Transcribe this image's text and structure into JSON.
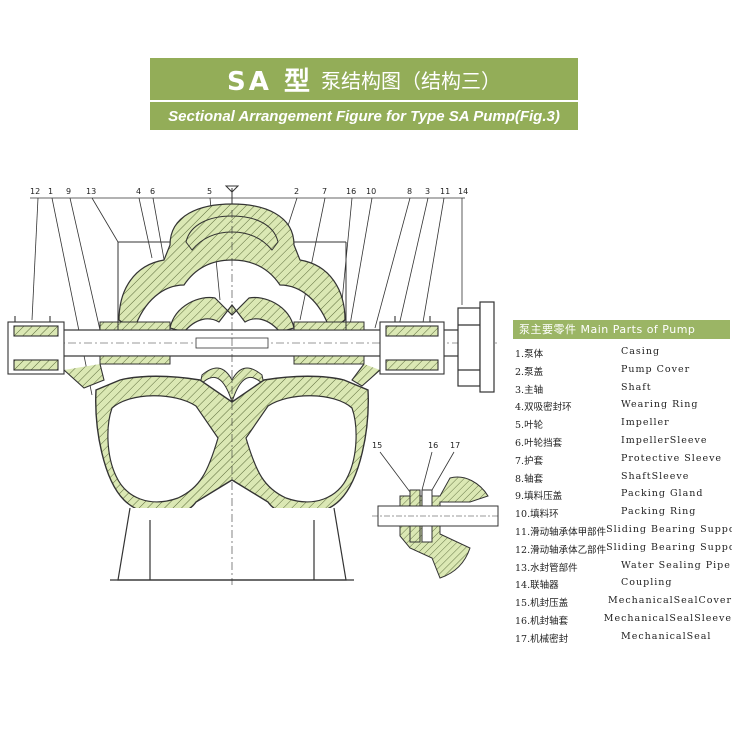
{
  "title": {
    "model": "SA 型",
    "cn": "泵结构图（结构三）",
    "en": "Sectional Arrangement Figure for Type SA Pump(Fig.3)"
  },
  "callouts": {
    "top": [
      "12",
      "1",
      "9",
      "13",
      "4",
      "6",
      "5",
      "2",
      "7",
      "16",
      "10",
      "8",
      "3",
      "11",
      "14"
    ],
    "detail": [
      "15",
      "16",
      "17"
    ]
  },
  "parts_header": "泵主要零件 Main Parts of Pump",
  "parts": [
    {
      "cn": "1.泵体",
      "en": "Casing"
    },
    {
      "cn": "2.泵盖",
      "en": "Pump Cover"
    },
    {
      "cn": "3.主轴",
      "en": "Shaft"
    },
    {
      "cn": "4.双吸密封环",
      "en": "Wearing Ring"
    },
    {
      "cn": "5.叶轮",
      "en": "Impeller"
    },
    {
      "cn": "6.叶轮挡套",
      "en": "ImpellerSleeve"
    },
    {
      "cn": "7.护套",
      "en": "Protective Sleeve"
    },
    {
      "cn": "8.轴套",
      "en": "ShaftSleeve"
    },
    {
      "cn": "9.填料压盖",
      "en": "Packing Gland"
    },
    {
      "cn": "10.填料环",
      "en": "Packing Ring"
    },
    {
      "cn": "11.滑动轴承体甲部件",
      "en": "Sliding Bearing Support"
    },
    {
      "cn": "12.滑动轴承体乙部件",
      "en": "Sliding Bearing Support"
    },
    {
      "cn": "13.水封管部件",
      "en": "Water Sealing Pipe"
    },
    {
      "cn": "14.联轴器",
      "en": "Coupling"
    },
    {
      "cn": "15.机封压盖",
      "en": "MechanicalSealCover"
    },
    {
      "cn": "16.机封轴套",
      "en": "MechanicalSealSleeve"
    },
    {
      "cn": "17.机械密封",
      "en": "MechanicalSeal"
    }
  ],
  "colors": {
    "banner": "#93ad58",
    "fill": "#dbe8b4",
    "line": "#333333"
  }
}
